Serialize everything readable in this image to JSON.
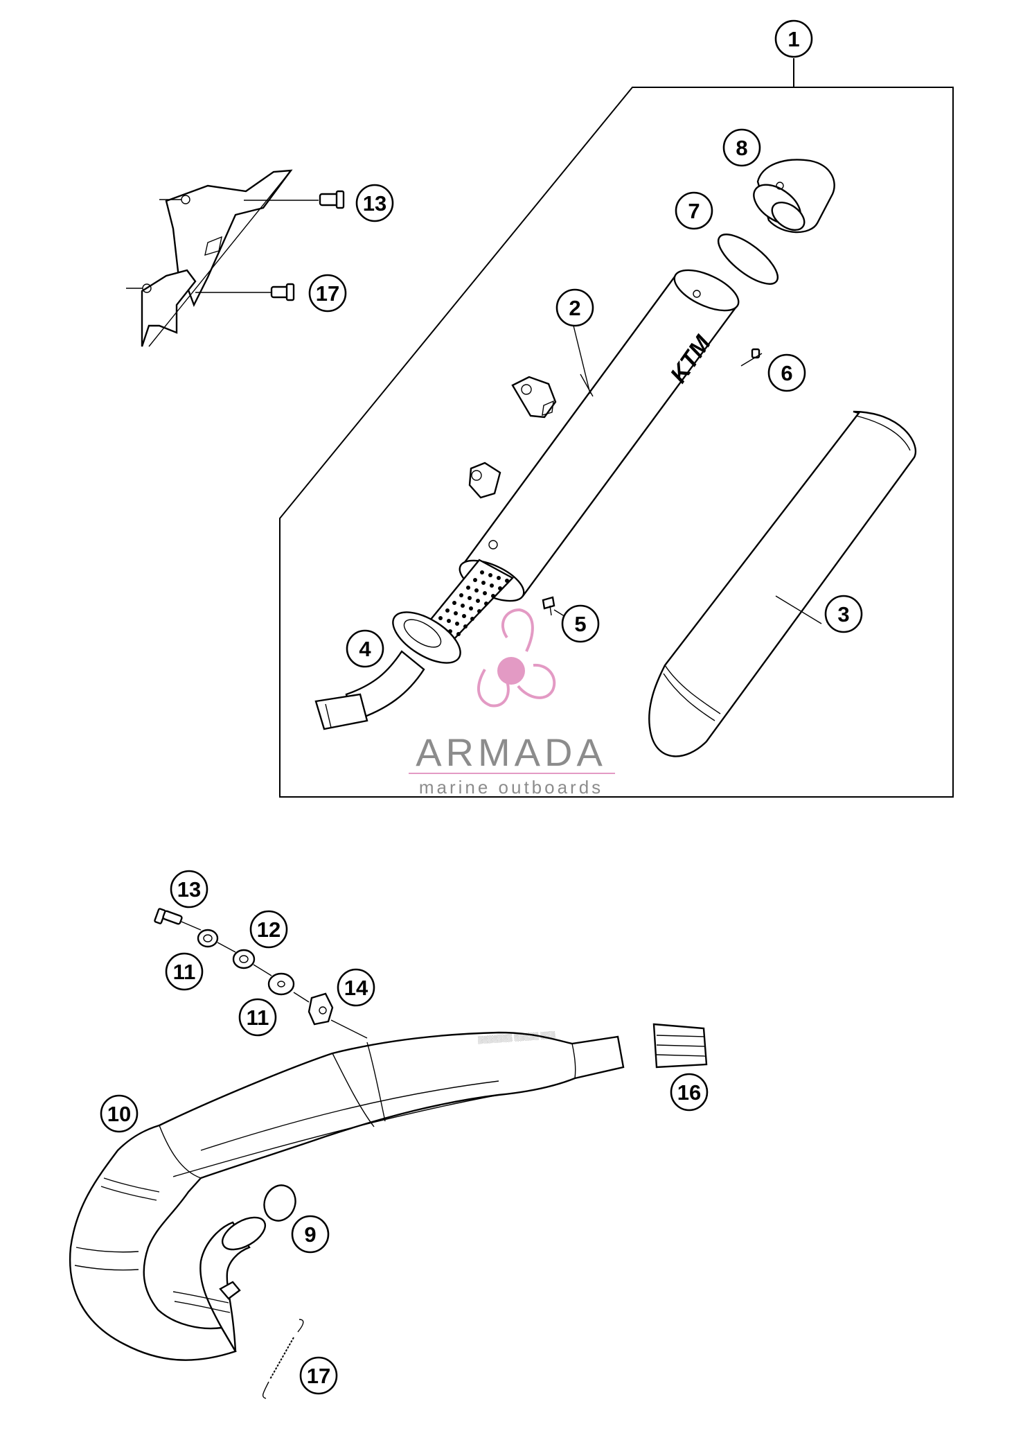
{
  "brand": {
    "name": "ARMADA",
    "tagline": "marine outboards",
    "propeller_color": "#e39ac4",
    "text_color": "#8c8c8c"
  },
  "muffler_label": "KTM",
  "callouts": [
    {
      "id": "c1",
      "label": "1"
    },
    {
      "id": "c2",
      "label": "2"
    },
    {
      "id": "c3",
      "label": "3"
    },
    {
      "id": "c4",
      "label": "4"
    },
    {
      "id": "c5",
      "label": "5"
    },
    {
      "id": "c6",
      "label": "6"
    },
    {
      "id": "c7",
      "label": "7"
    },
    {
      "id": "c8",
      "label": "8"
    },
    {
      "id": "c13a",
      "label": "13"
    },
    {
      "id": "c17a",
      "label": "17"
    },
    {
      "id": "c13b",
      "label": "13"
    },
    {
      "id": "c12",
      "label": "12"
    },
    {
      "id": "c11a",
      "label": "11"
    },
    {
      "id": "c11b",
      "label": "11"
    },
    {
      "id": "c14",
      "label": "14"
    },
    {
      "id": "c16",
      "label": "16"
    },
    {
      "id": "c10",
      "label": "10"
    },
    {
      "id": "c9",
      "label": "9"
    },
    {
      "id": "c17b",
      "label": "17"
    }
  ]
}
